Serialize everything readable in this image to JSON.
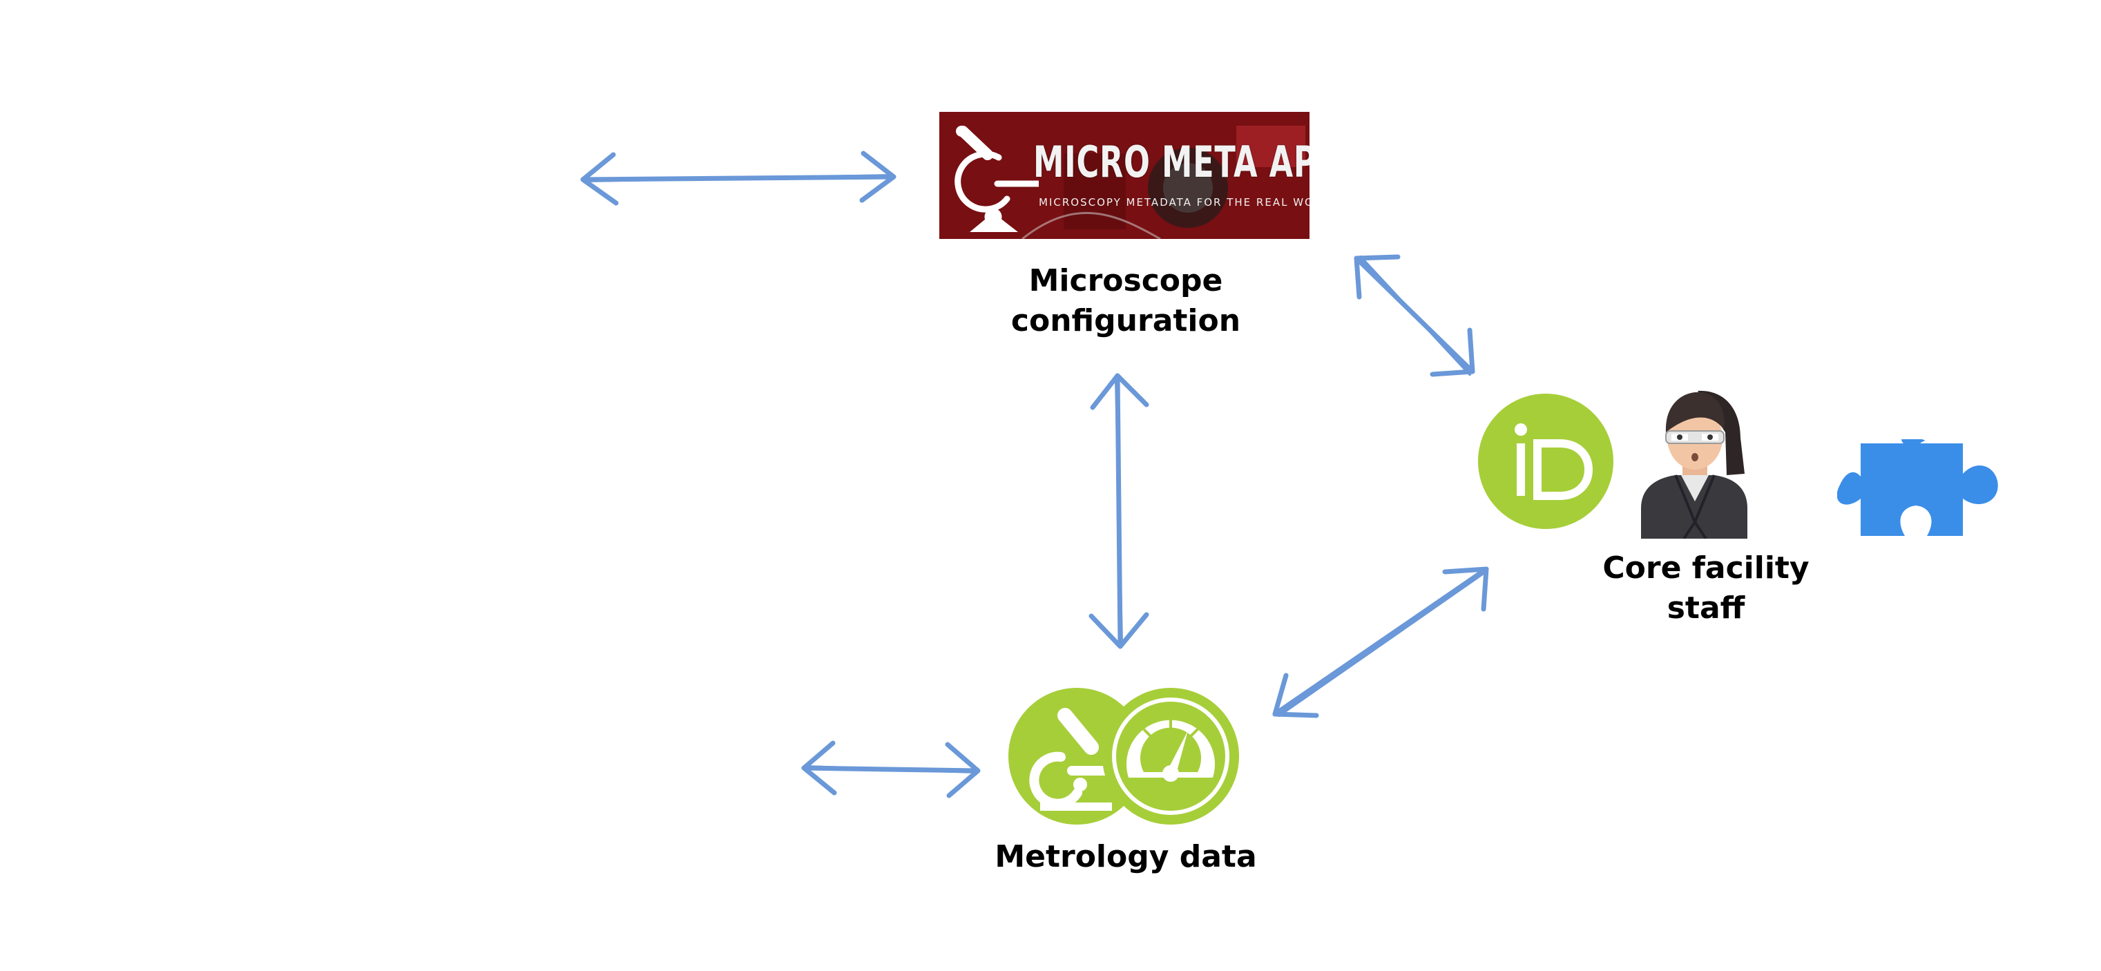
{
  "banner": {
    "title": "MICRO META APP",
    "tagline": "MICROSCOPY METADATA FOR THE REAL WORLD"
  },
  "nodes": {
    "microscope_config": {
      "line1": "Microscope",
      "line2": "configuration"
    },
    "core_facility": {
      "line1": "Core facility",
      "line2": "staff"
    },
    "metrology": {
      "label": "Metrology data"
    }
  },
  "colors": {
    "arrow": "#6a98d8",
    "green": "#a6ce39",
    "puzzle": "#3b8ee8",
    "banner_red": "#a0161a"
  },
  "icons": [
    "microscope-logo-icon",
    "orcid-id-icon",
    "staff-person-icon",
    "puzzle-piece-icon",
    "microscope-badge-icon",
    "gauge-badge-icon"
  ]
}
